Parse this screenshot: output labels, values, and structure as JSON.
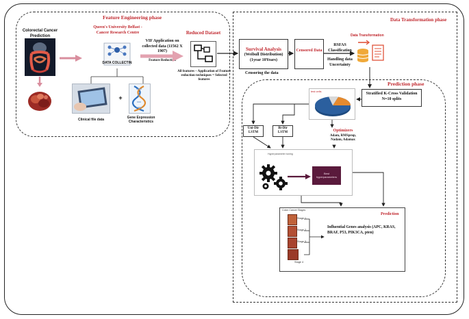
{
  "feature_phase": {
    "title": "Feature Engineering phase",
    "crc_label": "Colorectal Cancer Prediction",
    "queens_label": "Queen's University Belfast -Cancer Research Centre",
    "data_collection": "DATA COLLECTIN",
    "vif_text": "VIF Application on collected data (11562 X 1907)",
    "feature_reduction": "Feature Reduction",
    "reduced_title": "Reduced Dataset",
    "reduced_desc": "All features – Application of Feature reduction techniques = Selected features",
    "clinical_label": "Clinical file data",
    "gene_label": "Gene Expression Characteristics",
    "plus": "+"
  },
  "transform_phase": {
    "title": "Data Transformation phase",
    "survival_title": "Survival Analysis",
    "survival_sub": "(Weibull Distribution) (1year 10Years)",
    "censoring": "Censoring the data",
    "censored": "Censored Data",
    "rsfas": "RSFAS Classification",
    "handling": "Handling data Uncertainty",
    "dt_label": "Data Transformation",
    "kfold": "Stratified K-Cross Validation N=10 splits"
  },
  "prediction_phase": {
    "title": "Prediction phase",
    "pie_label": "test cells",
    "uni_lstm": "Uni-Dir LSTM",
    "bi_lstm": "Bi-Dir LSTM",
    "optimizers_title": "Optimizers",
    "optimizers_list": "Adam, RMSprop, Nadam, Adamax",
    "hyper_tuning": "Hyperparameter tuning",
    "best_hyper": "Best hyperparameters",
    "prediction_label": "Prediction",
    "stages_title": "Colon Cancer Stages",
    "stages": [
      "Stage 1",
      "Stage 2",
      "Stage 3",
      "Stage 4"
    ],
    "influential": "Influential Genes analysis (APC, KRAS, BRAF, P53, PIK3CA, pten)"
  },
  "colors": {
    "phase_title_red": "#c0272d",
    "arrow_pink": "#d98e9e",
    "best_box": "#5a1a3c",
    "pie_blue": "#2b5f9e",
    "pie_orange": "#e58a2e"
  }
}
